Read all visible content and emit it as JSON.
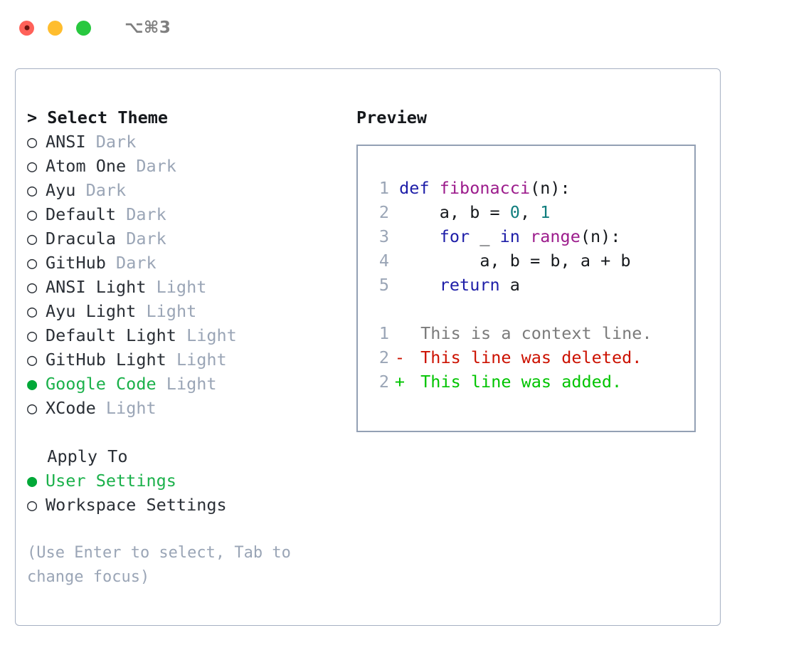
{
  "titlebar": {
    "shortcut": "⌥⌘3",
    "buttons": [
      "close",
      "minimize",
      "maximize"
    ]
  },
  "theme_picker": {
    "header": "> Select Theme",
    "header_prefix": "> ",
    "header_text": "Select Theme",
    "marker_selected": "●",
    "marker_unselected": "○",
    "items": [
      {
        "label": "ANSI",
        "suffix": "Dark",
        "selected": false
      },
      {
        "label": "Atom One",
        "suffix": "Dark",
        "selected": false
      },
      {
        "label": "Ayu",
        "suffix": "Dark",
        "selected": false
      },
      {
        "label": "Default",
        "suffix": "Dark",
        "selected": false
      },
      {
        "label": "Dracula",
        "suffix": "Dark",
        "selected": false
      },
      {
        "label": "GitHub",
        "suffix": "Dark",
        "selected": false
      },
      {
        "label": "ANSI Light",
        "suffix": "Light",
        "selected": false
      },
      {
        "label": "Ayu Light",
        "suffix": "Light",
        "selected": false
      },
      {
        "label": "Default Light",
        "suffix": "Light",
        "selected": false
      },
      {
        "label": "GitHub Light",
        "suffix": "Light",
        "selected": false
      },
      {
        "label": "Google Code",
        "suffix": "Light",
        "selected": true
      },
      {
        "label": "XCode",
        "suffix": "Light",
        "selected": false
      }
    ]
  },
  "apply_to": {
    "header": "  Apply To",
    "header_text": "Apply To",
    "items": [
      {
        "label": "User Settings",
        "selected": true
      },
      {
        "label": "Workspace Settings",
        "selected": false
      }
    ]
  },
  "hint": "(Use Enter to select, Tab to change focus)",
  "preview": {
    "title": "Preview",
    "code_lines": [
      {
        "num": "1",
        "tokens": [
          {
            "t": "def",
            "c": "kw"
          },
          {
            "t": " ",
            "c": "pl"
          },
          {
            "t": "fibonacci",
            "c": "fn"
          },
          {
            "t": "(n):",
            "c": "pl"
          }
        ]
      },
      {
        "num": "2",
        "tokens": [
          {
            "t": "    a, b = ",
            "c": "pl"
          },
          {
            "t": "0",
            "c": "num"
          },
          {
            "t": ", ",
            "c": "pl"
          },
          {
            "t": "1",
            "c": "num"
          }
        ]
      },
      {
        "num": "3",
        "tokens": [
          {
            "t": "    ",
            "c": "pl"
          },
          {
            "t": "for",
            "c": "kw"
          },
          {
            "t": " _ ",
            "c": "pl"
          },
          {
            "t": "in",
            "c": "kw"
          },
          {
            "t": " ",
            "c": "pl"
          },
          {
            "t": "range",
            "c": "fn"
          },
          {
            "t": "(n):",
            "c": "pl"
          }
        ]
      },
      {
        "num": "4",
        "tokens": [
          {
            "t": "        a, b = b, a + b",
            "c": "pl"
          }
        ]
      },
      {
        "num": "5",
        "tokens": [
          {
            "t": "    ",
            "c": "pl"
          },
          {
            "t": "return",
            "c": "kw"
          },
          {
            "t": " a",
            "c": "pl"
          }
        ]
      }
    ],
    "diff_lines": [
      {
        "num": "1",
        "mark": " ",
        "text": "This is a context line.",
        "kind": "ctx"
      },
      {
        "num": "2",
        "mark": "-",
        "text": "This line was deleted.",
        "kind": "del"
      },
      {
        "num": "2",
        "mark": "+",
        "text": "This line was added.",
        "kind": "add"
      }
    ]
  },
  "colors": {
    "selected_green": "#1bb14b",
    "marker_green": "#00a838",
    "muted": "#9aa5b6",
    "keyword": "#1e1ea8",
    "function": "#9c1c8c",
    "number": "#117e7e",
    "plain": "#16191d",
    "diff_context": "#7b7b7b",
    "diff_deleted": "#cc1100",
    "diff_added": "#00c400",
    "border_panel": "#a6b0c2",
    "border_preview": "#93a0b4",
    "traffic_close": "#ff6159",
    "traffic_min": "#ffbd2e",
    "traffic_max": "#28c83f"
  }
}
